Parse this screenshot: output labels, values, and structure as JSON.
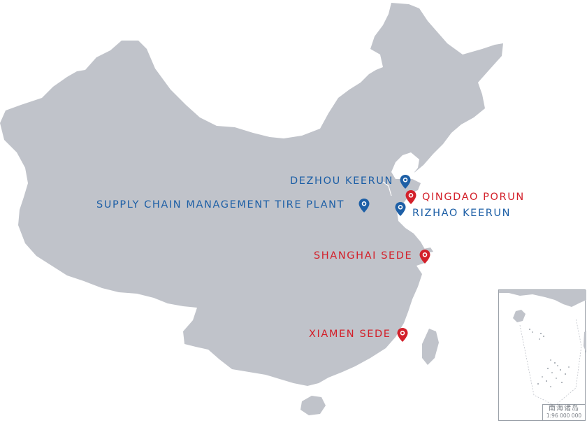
{
  "colors": {
    "land": "#c0c3ca",
    "blue_marker": "#1d5fa6",
    "red_marker": "#d3202a",
    "background": "#ffffff"
  },
  "markers": [
    {
      "id": "dezhou",
      "label": "DEZHOU KEERUN",
      "color": "blue",
      "icon": "map-pin-icon"
    },
    {
      "id": "qingdao",
      "label": "QINGDAO PORUN",
      "color": "red",
      "icon": "map-pin-icon"
    },
    {
      "id": "supply",
      "label": "SUPPLY CHAIN MANAGEMENT TIRE PLANT",
      "color": "blue",
      "icon": "map-pin-icon"
    },
    {
      "id": "rizhao",
      "label": "RIZHAO KEERUN",
      "color": "blue",
      "icon": "map-pin-icon"
    },
    {
      "id": "shanghai",
      "label": "SHANGHAI SEDE",
      "color": "red",
      "icon": "map-pin-icon"
    },
    {
      "id": "xiamen",
      "label": "XIAMEN SEDE",
      "color": "red",
      "icon": "map-pin-icon"
    }
  ],
  "inset": {
    "caption": "南海诸岛",
    "scale": "1:96 000 000"
  }
}
